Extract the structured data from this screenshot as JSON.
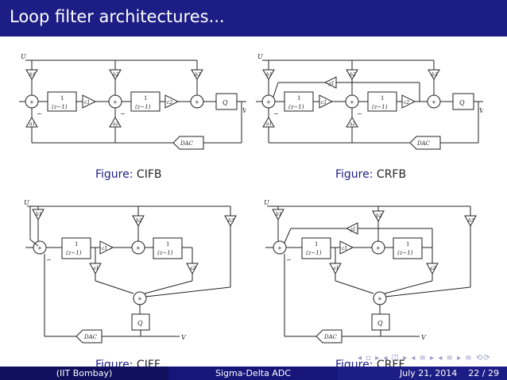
{
  "title": "Loop filter architectures...",
  "captions": [
    {
      "prefix": "Figure:",
      "name": "CIFB"
    },
    {
      "prefix": "Figure:",
      "name": "CRFB"
    },
    {
      "prefix": "Figure:",
      "name": "CIFF"
    },
    {
      "prefix": "Figure:",
      "name": "CRFF"
    }
  ],
  "labels": {
    "input": "U",
    "output": "V",
    "dac": "DAC",
    "quantizer": "Q",
    "integrator_num": "1",
    "integrator_den": "(z−1)",
    "b1": "b1",
    "b2": "b2",
    "b3": "b3",
    "a1": "a1",
    "a2": "a2",
    "c1": "c1",
    "c2": "c2",
    "g1": "g1",
    "plus": "+",
    "minus": "−"
  },
  "footer": {
    "institution": "(IIT Bombay)",
    "talk": "Sigma-Delta ADC",
    "date": "July 21, 2014",
    "page": "22 / 29"
  },
  "nav_symbols": "◂ ▫ ▸ ◂ ◫ ▸ ◂ ≡ ▸ ◂ ≡ ▸ ≡ ⟲⟳"
}
